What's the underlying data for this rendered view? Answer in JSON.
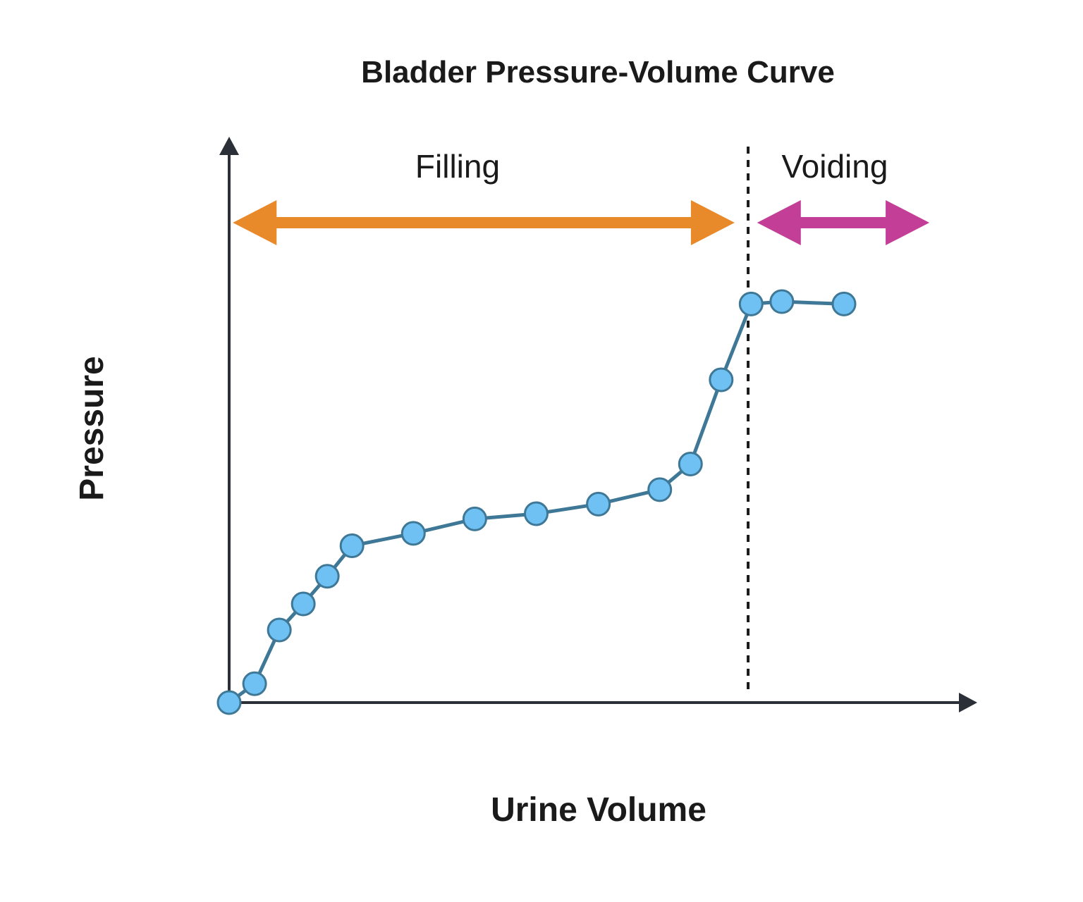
{
  "chart_data": {
    "type": "line",
    "title": "Bladder Pressure-Volume Curve",
    "xlabel": "Urine Volume",
    "ylabel": "Pressure",
    "xlim": [
      0,
      100
    ],
    "ylim": [
      0,
      100
    ],
    "grid": false,
    "series": [
      {
        "x": [
          0,
          3.4,
          6.7,
          9.9,
          13.1,
          16.4,
          24.6,
          32.8,
          41,
          49.3,
          57.5,
          61.6,
          65.7,
          69.7,
          73.8,
          82.1
        ],
        "y": [
          0,
          4.7,
          18.1,
          24.6,
          31.5,
          39.1,
          42.2,
          45.8,
          47.1,
          49.5,
          53.1,
          59.5,
          80.5,
          99.4,
          100,
          99.4
        ]
      }
    ],
    "annotations": {
      "phases": [
        {
          "label": "Filling",
          "x_start": 0.5,
          "x_end": 67.5,
          "color": "#E8892A"
        },
        {
          "label": "Voiding",
          "x_start": 70.5,
          "x_end": 93.5,
          "color": "#C33F97"
        }
      ],
      "divider_x": 69.3
    },
    "colors": {
      "line": "#3F7896",
      "marker_fill": "#6EC1F2",
      "marker_stroke": "#3F7896",
      "axes": "#2B2F38",
      "divider": "#1a1a1a"
    }
  }
}
